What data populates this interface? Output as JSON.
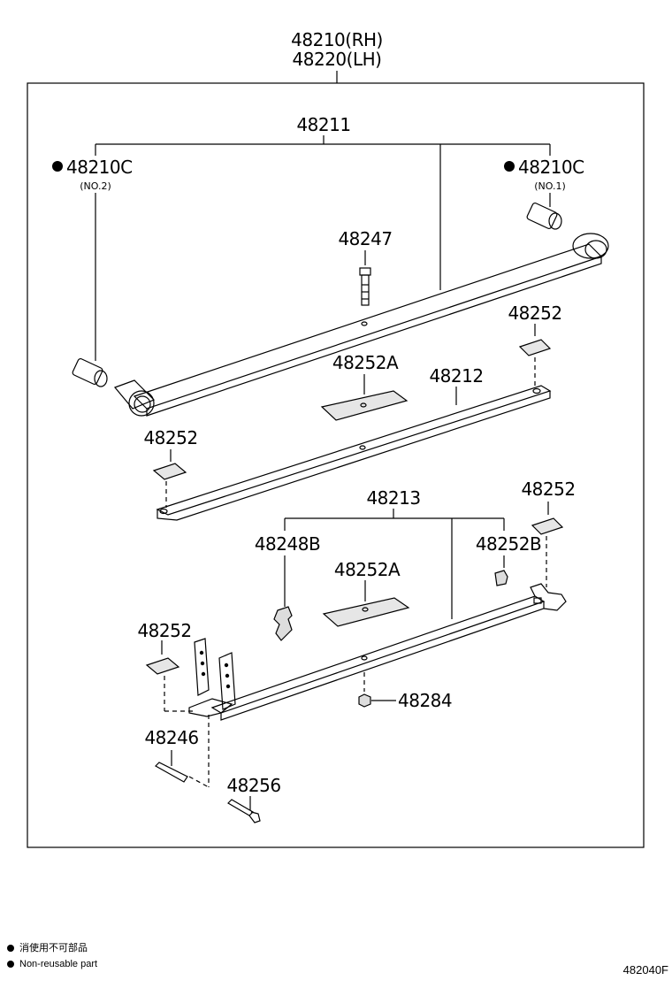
{
  "assembly": {
    "rh": "48210(RH)",
    "lh": "48220(LH)"
  },
  "parts": {
    "p48211": "48211",
    "p48210c_no2": "48210C",
    "p48210c_no2_note": "(NO.2)",
    "p48210c_no1": "48210C",
    "p48210c_no1_note": "(NO.1)",
    "p48247": "48247",
    "p48252_a": "48252",
    "p48252A_a": "48252A",
    "p48212": "48212",
    "p48252_b": "48252",
    "p48213": "48213",
    "p48252_c": "48252",
    "p48248B": "48248B",
    "p48252B": "48252B",
    "p48252A_b": "48252A",
    "p48252_d": "48252",
    "p48284": "48284",
    "p48246": "48246",
    "p48256": "48256"
  },
  "legend": {
    "line1": "消使用不可部品",
    "line2": "Non-reusable part"
  },
  "figure_code": "482040F"
}
